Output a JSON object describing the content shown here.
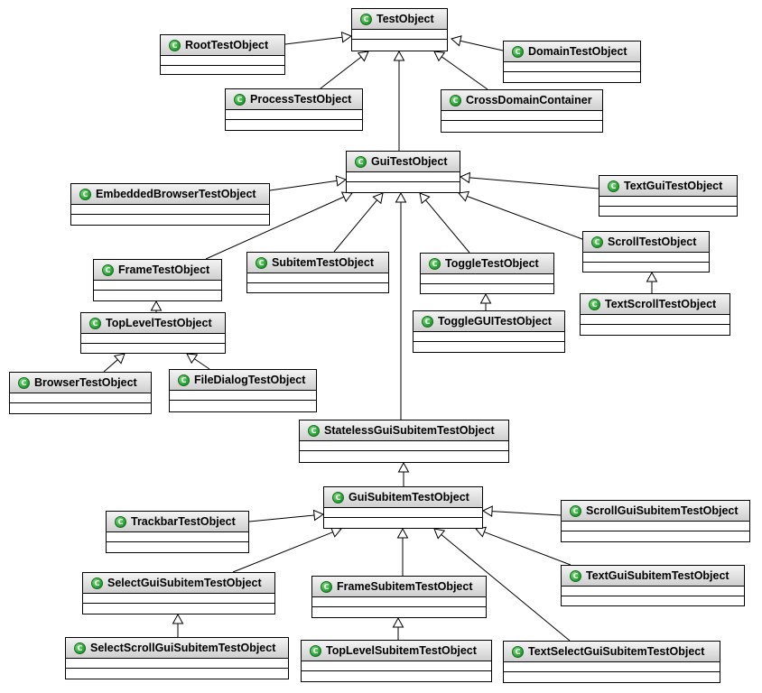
{
  "classes": [
    {
      "id": "TestObject",
      "name": "TestObject"
    },
    {
      "id": "RootTestObject",
      "name": "RootTestObject"
    },
    {
      "id": "DomainTestObject",
      "name": "DomainTestObject"
    },
    {
      "id": "ProcessTestObject",
      "name": "ProcessTestObject"
    },
    {
      "id": "CrossDomainContainer",
      "name": "CrossDomainContainer"
    },
    {
      "id": "GuiTestObject",
      "name": "GuiTestObject"
    },
    {
      "id": "EmbeddedBrowserTestObject",
      "name": "EmbeddedBrowserTestObject"
    },
    {
      "id": "TextGuiTestObject",
      "name": "TextGuiTestObject"
    },
    {
      "id": "FrameTestObject",
      "name": "FrameTestObject"
    },
    {
      "id": "SubitemTestObject",
      "name": "SubitemTestObject"
    },
    {
      "id": "ToggleTestObject",
      "name": "ToggleTestObject"
    },
    {
      "id": "ScrollTestObject",
      "name": "ScrollTestObject"
    },
    {
      "id": "TopLevelTestObject",
      "name": "TopLevelTestObject"
    },
    {
      "id": "ToggleGUITestObject",
      "name": "ToggleGUITestObject"
    },
    {
      "id": "TextScrollTestObject",
      "name": "TextScrollTestObject"
    },
    {
      "id": "BrowserTestObject",
      "name": "BrowserTestObject"
    },
    {
      "id": "FileDialogTestObject",
      "name": "FileDialogTestObject"
    },
    {
      "id": "StatelessGuiSubitemTestObject",
      "name": "StatelessGuiSubitemTestObject"
    },
    {
      "id": "GuiSubitemTestObject",
      "name": "GuiSubitemTestObject"
    },
    {
      "id": "TrackbarTestObject",
      "name": "TrackbarTestObject"
    },
    {
      "id": "ScrollGuiSubitemTestObject",
      "name": "ScrollGuiSubitemTestObject"
    },
    {
      "id": "SelectGuiSubitemTestObject",
      "name": "SelectGuiSubitemTestObject"
    },
    {
      "id": "FrameSubitemTestObject",
      "name": "FrameSubitemTestObject"
    },
    {
      "id": "TextGuiSubitemTestObject",
      "name": "TextGuiSubitemTestObject"
    },
    {
      "id": "SelectScrollGuiSubitemTestObject",
      "name": "SelectScrollGuiSubitemTestObject"
    },
    {
      "id": "TopLevelSubitemTestObject",
      "name": "TopLevelSubitemTestObject"
    },
    {
      "id": "TextSelectGuiSubitemTestObject",
      "name": "TextSelectGuiSubitemTestObject"
    }
  ],
  "relations": [
    {
      "from": "RootTestObject",
      "to": "TestObject",
      "type": "generalization"
    },
    {
      "from": "DomainTestObject",
      "to": "TestObject",
      "type": "generalization"
    },
    {
      "from": "ProcessTestObject",
      "to": "TestObject",
      "type": "generalization"
    },
    {
      "from": "CrossDomainContainer",
      "to": "TestObject",
      "type": "generalization"
    },
    {
      "from": "GuiTestObject",
      "to": "TestObject",
      "type": "generalization"
    },
    {
      "from": "EmbeddedBrowserTestObject",
      "to": "GuiTestObject",
      "type": "generalization"
    },
    {
      "from": "TextGuiTestObject",
      "to": "GuiTestObject",
      "type": "generalization"
    },
    {
      "from": "FrameTestObject",
      "to": "GuiTestObject",
      "type": "generalization"
    },
    {
      "from": "SubitemTestObject",
      "to": "GuiTestObject",
      "type": "generalization"
    },
    {
      "from": "ToggleTestObject",
      "to": "GuiTestObject",
      "type": "generalization"
    },
    {
      "from": "ScrollTestObject",
      "to": "GuiTestObject",
      "type": "generalization"
    },
    {
      "from": "StatelessGuiSubitemTestObject",
      "to": "GuiTestObject",
      "type": "generalization"
    },
    {
      "from": "TopLevelTestObject",
      "to": "FrameTestObject",
      "type": "generalization"
    },
    {
      "from": "BrowserTestObject",
      "to": "TopLevelTestObject",
      "type": "generalization"
    },
    {
      "from": "FileDialogTestObject",
      "to": "TopLevelTestObject",
      "type": "generalization"
    },
    {
      "from": "ToggleGUITestObject",
      "to": "ToggleTestObject",
      "type": "generalization"
    },
    {
      "from": "TextScrollTestObject",
      "to": "ScrollTestObject",
      "type": "generalization"
    },
    {
      "from": "GuiSubitemTestObject",
      "to": "StatelessGuiSubitemTestObject",
      "type": "generalization"
    },
    {
      "from": "TrackbarTestObject",
      "to": "GuiSubitemTestObject",
      "type": "generalization"
    },
    {
      "from": "ScrollGuiSubitemTestObject",
      "to": "GuiSubitemTestObject",
      "type": "generalization"
    },
    {
      "from": "SelectGuiSubitemTestObject",
      "to": "GuiSubitemTestObject",
      "type": "generalization"
    },
    {
      "from": "FrameSubitemTestObject",
      "to": "GuiSubitemTestObject",
      "type": "generalization"
    },
    {
      "from": "TextGuiSubitemTestObject",
      "to": "GuiSubitemTestObject",
      "type": "generalization"
    },
    {
      "from": "TextSelectGuiSubitemTestObject",
      "to": "GuiSubitemTestObject",
      "type": "generalization"
    },
    {
      "from": "SelectScrollGuiSubitemTestObject",
      "to": "SelectGuiSubitemTestObject",
      "type": "generalization"
    },
    {
      "from": "TopLevelSubitemTestObject",
      "to": "FrameSubitemTestObject",
      "type": "generalization"
    }
  ],
  "icon": {
    "name": "class-icon",
    "glyph": "C",
    "color": "#1e9a2c"
  },
  "colors": {
    "header": "#dcdcdc",
    "border": "#000000",
    "background": "#ffffff"
  }
}
